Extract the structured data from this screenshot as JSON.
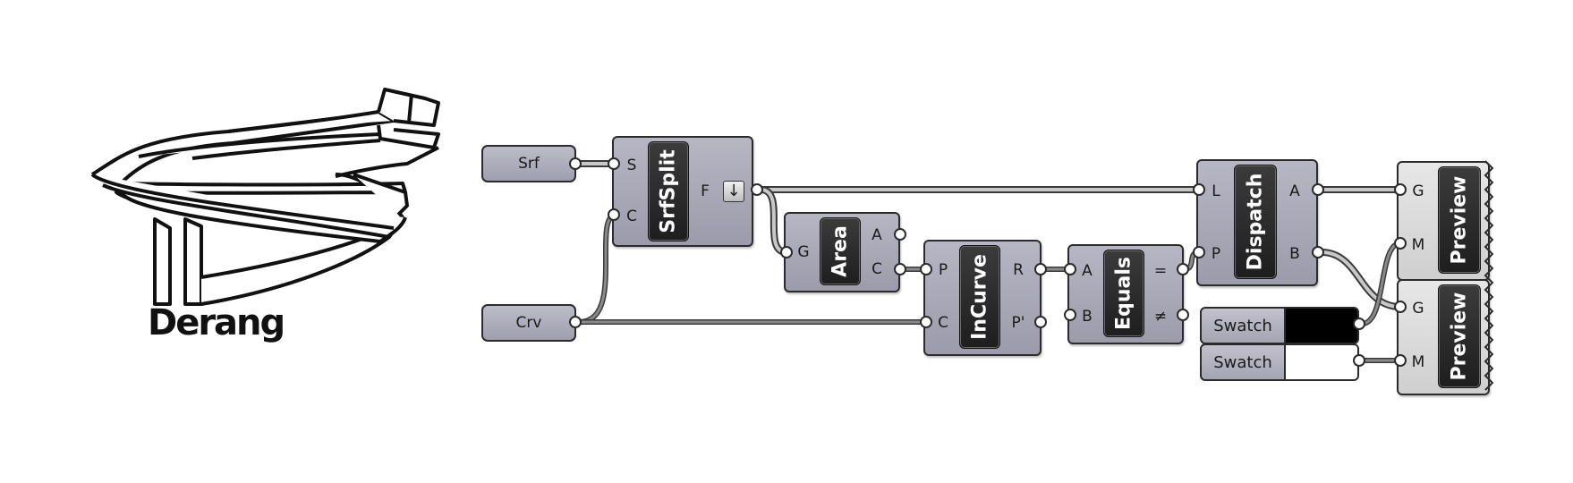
{
  "logo": {
    "title": "Derang"
  },
  "colors": {
    "swatch_1": "#000000",
    "swatch_2": "#ffffff"
  },
  "params": {
    "srf": "Srf",
    "crv": "Crv"
  },
  "nodes": {
    "srfsplit": {
      "name": "SrfSplit",
      "inputs": [
        "S",
        "C"
      ],
      "outputs": [
        "F"
      ]
    },
    "area": {
      "name": "Area",
      "inputs": [
        "G"
      ],
      "outputs": [
        "A",
        "C"
      ]
    },
    "incurve": {
      "name": "InCurve",
      "inputs": [
        "P",
        "C"
      ],
      "outputs": [
        "R",
        "P'"
      ]
    },
    "equals": {
      "name": "Equals",
      "inputs": [
        "A",
        "B"
      ],
      "outputs": [
        "=",
        "≠"
      ]
    },
    "dispatch": {
      "name": "Dispatch",
      "inputs": [
        "L",
        "P"
      ],
      "outputs": [
        "A",
        "B"
      ]
    },
    "preview1": {
      "name": "Preview",
      "inputs": [
        "G",
        "M"
      ]
    },
    "preview2": {
      "name": "Preview",
      "inputs": [
        "G",
        "M"
      ]
    }
  },
  "swatches": [
    {
      "label": "Swatch",
      "color": "#000000"
    },
    {
      "label": "Swatch",
      "color": "#ffffff"
    }
  ],
  "icons": {
    "srfsplit_flatten": "arrow-down-icon"
  }
}
